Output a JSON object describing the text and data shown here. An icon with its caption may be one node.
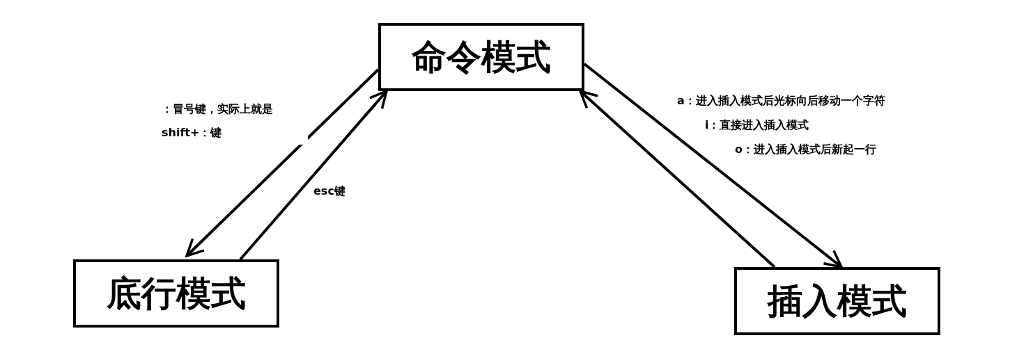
{
  "diagram": {
    "nodes": [
      {
        "text": [
          "命令模式"
        ]
      },
      {
        "text": [
          "底行模式"
        ]
      },
      {
        "text": [
          "插入模式"
        ]
      }
    ],
    "edges": [
      {
        "from": 0,
        "to": 1,
        "arrow": "to",
        "label": "：冒号键，实际上就是shift+：键"
      },
      {
        "from": 1,
        "to": 0,
        "arrow": "to",
        "label": "esc键"
      },
      {
        "from": 0,
        "to": 2,
        "arrow": "to"
      },
      {
        "from": 2,
        "to": 0,
        "arrow": "to"
      }
    ],
    "labels": [
      "a：进入插入模式后光标向后移动一个字符",
      "i：直接进入插入模式",
      "o：进入插入模式后新起一行"
    ]
  }
}
